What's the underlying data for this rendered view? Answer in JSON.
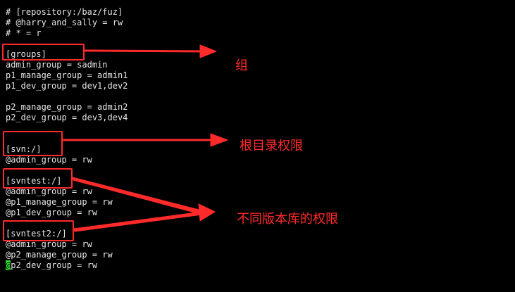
{
  "terminal": {
    "lines": [
      "# [repository:/baz/fuz]",
      "# @harry_and_sally = rw",
      "# * = r",
      "",
      "[groups]",
      "admin_group = sadmin",
      "p1_manage_group = admin1",
      "p1_dev_group = dev1,dev2",
      "",
      "p2_manage_group = admin2",
      "p2_dev_group = dev3,dev4",
      "",
      "",
      "[svn:/]",
      "@admin_group = rw",
      "",
      "[svntest:/]",
      "@admin_group = rw",
      "@p1_manage_group = rw",
      "@p1_dev_group = rw",
      "",
      "[svntest2:/]",
      "@admin_group = rw",
      "@p2_manage_group = rw"
    ],
    "last_line": {
      "cursor_char": "@",
      "rest": "p2_dev_group = rw"
    }
  },
  "annotations": {
    "groups_label": "组",
    "root_label": "根目录权限",
    "repos_label": "不同版本库的权限",
    "color": "#ff2a2a"
  },
  "colors": {
    "background": "#000000",
    "text": "#e6e6e6",
    "cursor": "#2fdc2f"
  }
}
